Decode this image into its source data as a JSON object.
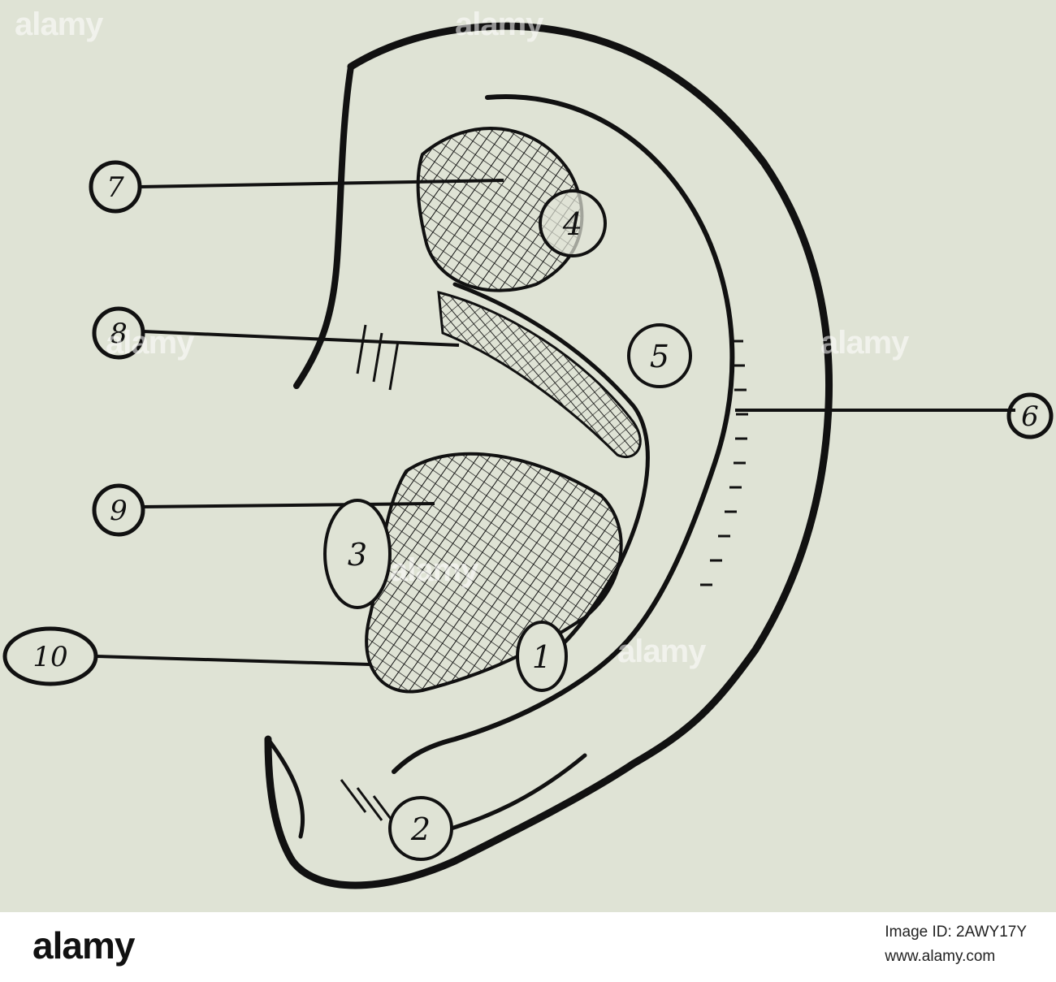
{
  "figure": {
    "callouts": [
      "7",
      "8",
      "6",
      "9",
      "10"
    ],
    "inner_labels": [
      "4",
      "5",
      "3",
      "1",
      "2"
    ]
  },
  "watermark": {
    "text": "alamy"
  },
  "footer": {
    "logo": "alamy",
    "image_id": "Image ID: 2AWY17Y",
    "url": "www.alamy.com"
  },
  "colors": {
    "paper": "#dfe3d5",
    "ink": "#111111",
    "footer_bg": "#ffffff"
  }
}
